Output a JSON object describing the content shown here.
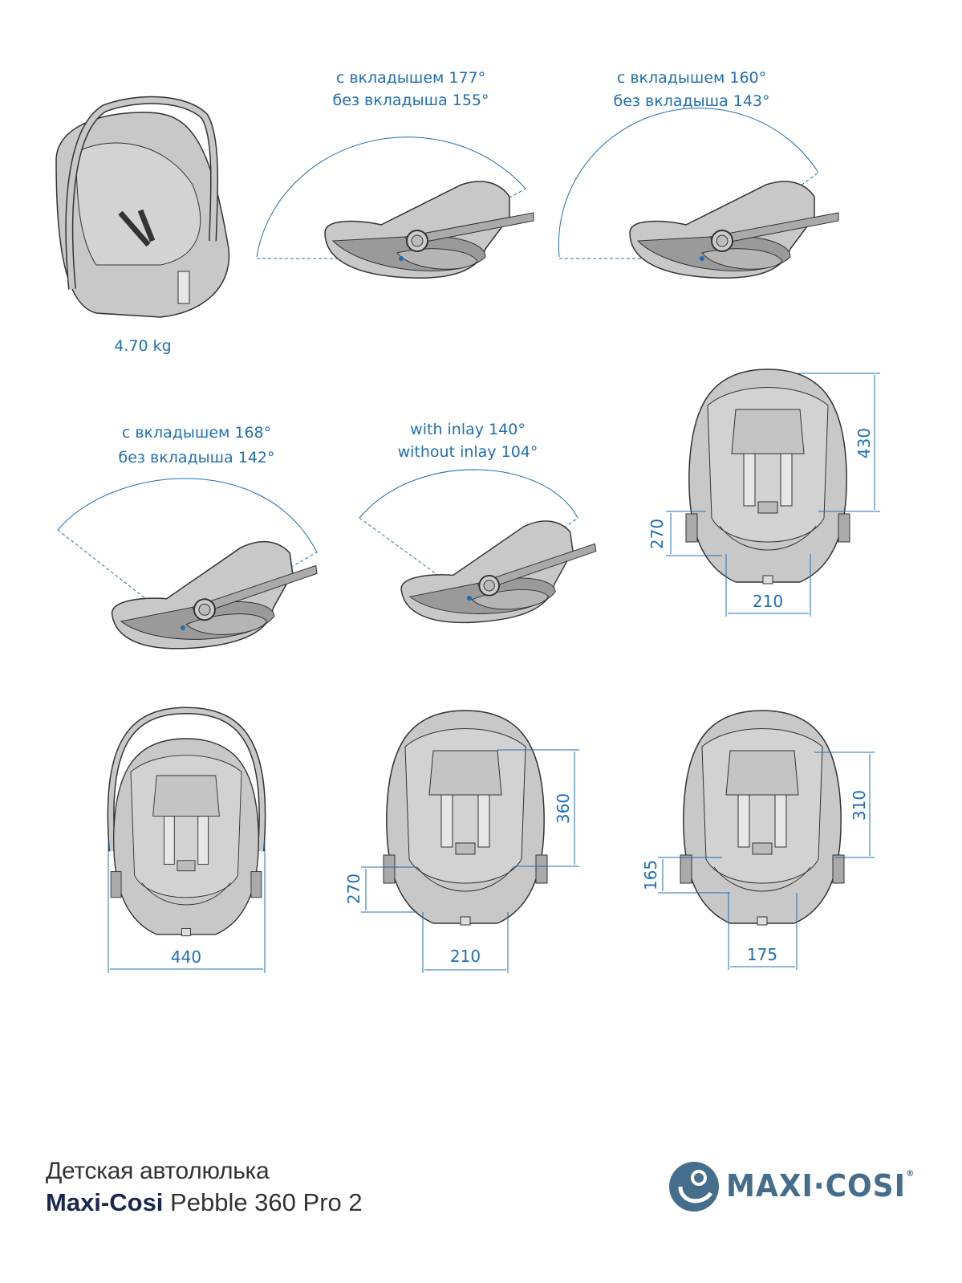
{
  "weight": "4.70 kg",
  "recline_views": [
    {
      "with": "с вкладышем 177°",
      "without": "без вкладыша 155°"
    },
    {
      "with": "с вкладышем 160°",
      "without": "без вкладыша 143°"
    },
    {
      "with": "с вкладышем 168°",
      "without": "без вкладыша 142°"
    },
    {
      "with": "with inlay 140°",
      "without": "without inlay 104°"
    }
  ],
  "dimensions": {
    "view1": {
      "height": "430",
      "lower": "270",
      "width": "210"
    },
    "view2": {
      "width": "440"
    },
    "view3": {
      "lower": "270",
      "height": "360",
      "width": "210"
    },
    "view4": {
      "height": "310",
      "lower": "165",
      "width": "175"
    }
  },
  "footer": {
    "subtitle": "Детская автолюлька",
    "brand": "Maxi-Cosi",
    "model": "Pebble 360 Pro 2"
  },
  "logo": {
    "text": "MAXI·COSI",
    "reg": "®"
  },
  "colors": {
    "accent": "#1f6fb2",
    "logo": "#456e8c",
    "seat": "#c8c8c8",
    "seat_dark": "#9a9a9a"
  }
}
